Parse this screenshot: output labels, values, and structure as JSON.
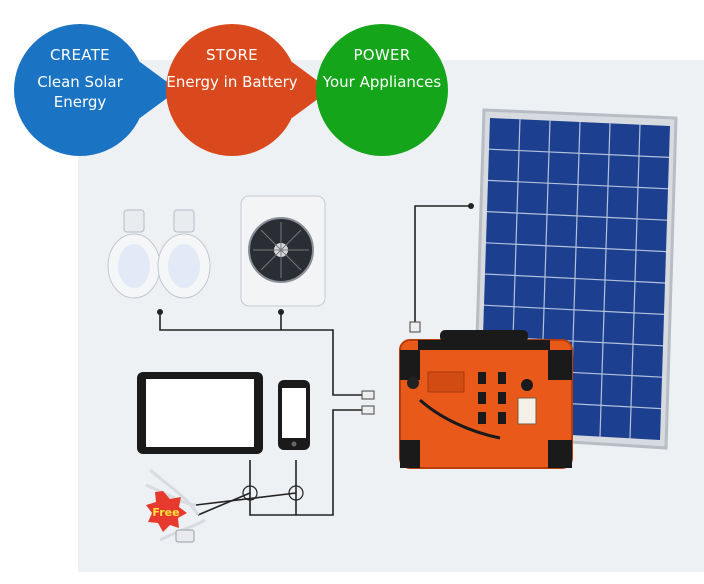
{
  "steps": [
    {
      "title": "CREATE",
      "subtitle": "Clean Solar Energy",
      "color": "#1b73c4"
    },
    {
      "title": "STORE",
      "subtitle": "Energy in Battery",
      "color": "#d9491d"
    },
    {
      "title": "POWER",
      "subtitle": "Your Appliances",
      "color": "#14a51a"
    }
  ],
  "cable_bundle": {
    "badge": "Free"
  }
}
